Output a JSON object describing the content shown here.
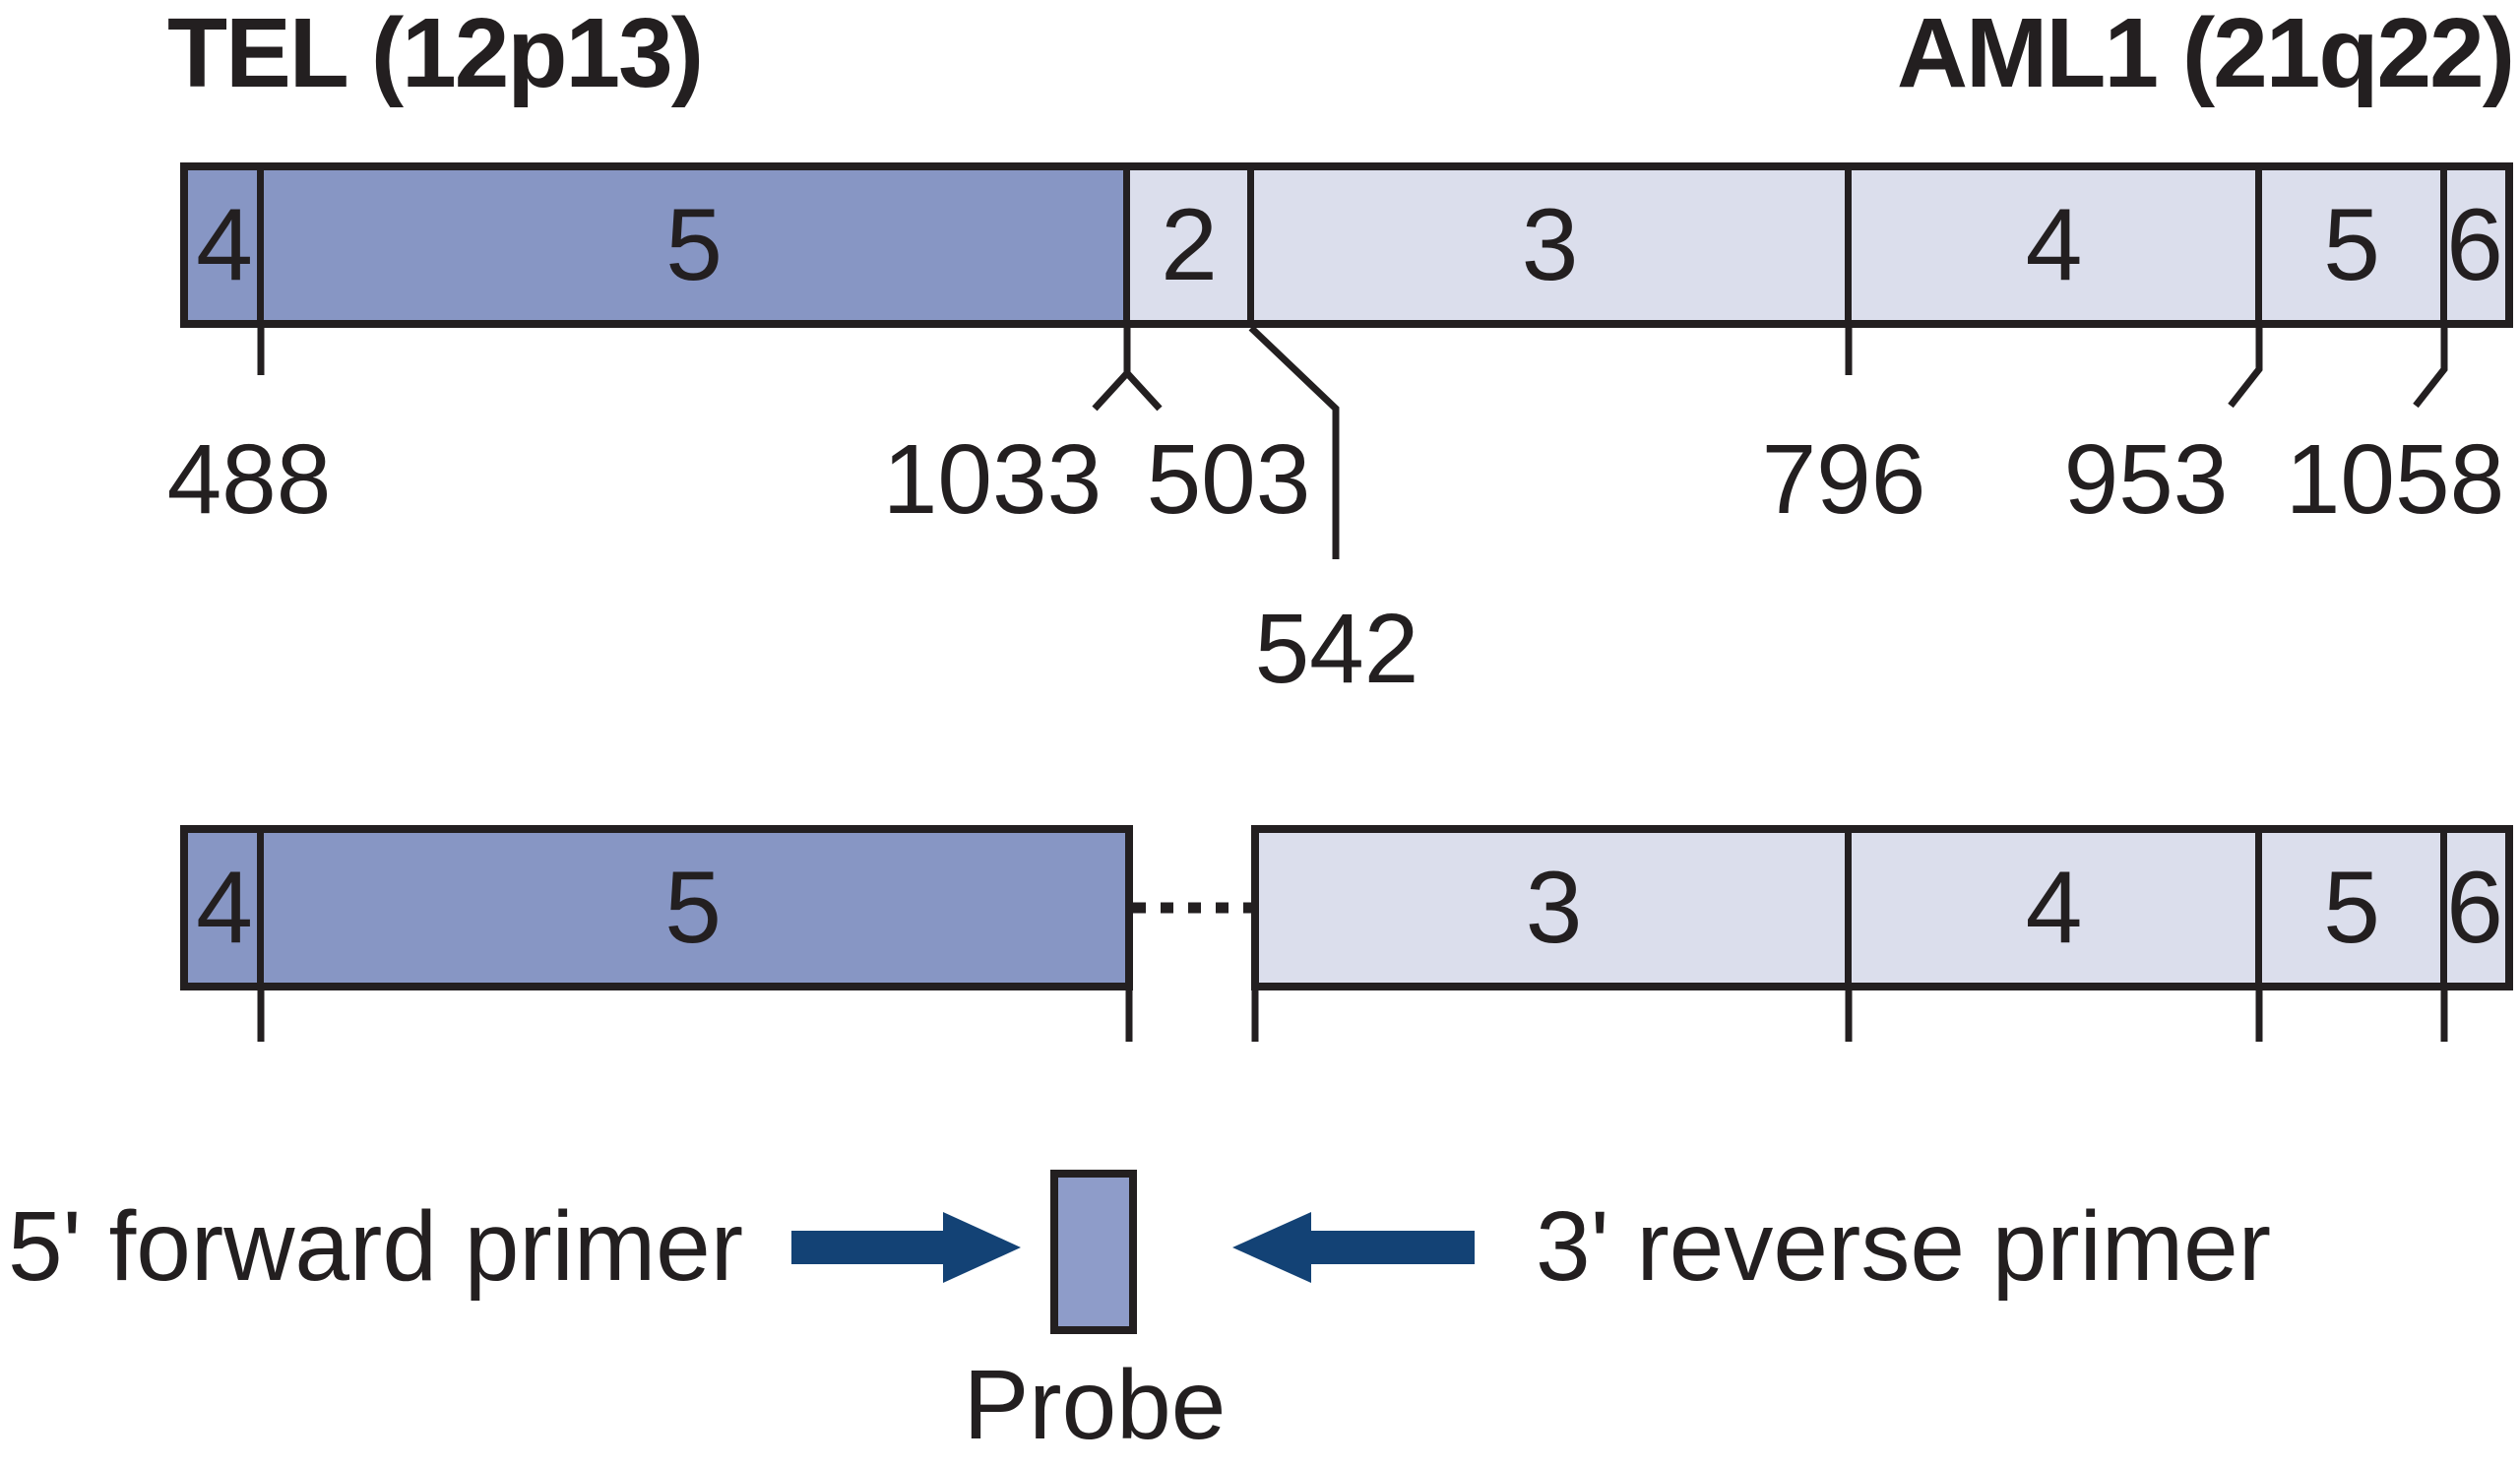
{
  "title_labels": {
    "tel": "TEL (12p13)",
    "aml1": "AML1 (21q22)"
  },
  "colors": {
    "tel_exon": "#8796c4",
    "aml1_exon": "#dbdeec",
    "outline": "#231f20",
    "primer_arrow": "#134275",
    "probe": "#8e9cc9"
  },
  "genomic_map": {
    "tel_exons": [
      {
        "label": "4"
      },
      {
        "label": "5"
      }
    ],
    "aml1_exons": [
      {
        "label": "2"
      },
      {
        "label": "3"
      },
      {
        "label": "4"
      },
      {
        "label": "5"
      },
      {
        "label": "6"
      }
    ],
    "breakpoints": {
      "tel_exon4_end": "488",
      "tel_exon5_end": "1033",
      "aml1_exon2_start": "503",
      "aml1_exon2_end": "542",
      "aml1_exon3_end": "796",
      "aml1_exon4_end": "953",
      "aml1_exon5_end": "1058"
    }
  },
  "fusion_transcript": {
    "tel_exons": [
      {
        "label": "4"
      },
      {
        "label": "5"
      }
    ],
    "aml1_exons": [
      {
        "label": "3"
      },
      {
        "label": "4"
      },
      {
        "label": "5"
      },
      {
        "label": "6"
      }
    ]
  },
  "legend": {
    "forward_primer": "5' forward primer",
    "reverse_primer": "3' reverse primer",
    "probe": "Probe"
  }
}
